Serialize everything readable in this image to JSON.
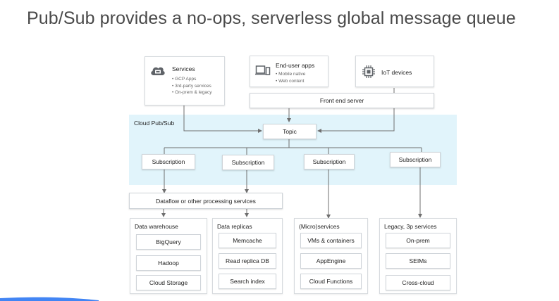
{
  "title": "Pub/Sub provides a no-ops, serverless global message queue",
  "sources": {
    "services": {
      "title": "Services",
      "items": [
        "GCP Apps",
        "3rd-party services",
        "On-prem & legacy"
      ],
      "icon": "cloud-icon"
    },
    "end_user_apps": {
      "title": "End-user apps",
      "items": [
        "Mobile native",
        "Web content"
      ],
      "icon": "devices-icon"
    },
    "iot": {
      "title": "IoT devices",
      "icon": "chip-icon"
    }
  },
  "front_end_server": "Front end server",
  "pubsub": {
    "label": "Cloud Pub/Sub",
    "topic": "Topic"
  },
  "subscriptions": [
    "Subscription",
    "Subscription",
    "Subscription",
    "Subscription"
  ],
  "dataflow": "Dataflow or other processing services",
  "groups": [
    {
      "title": "Data warehouse",
      "items": [
        "BigQuery",
        "Hadoop",
        "Cloud Storage"
      ]
    },
    {
      "title": "Data replicas",
      "items": [
        "Memcache",
        "Read replica DB",
        "Search index"
      ]
    },
    {
      "title": "(Micro)services",
      "items": [
        "VMs & containers",
        "AppEngine",
        "Cloud Functions"
      ]
    },
    {
      "title": "Legacy, 3p services",
      "items": [
        "On-prem",
        "SEIMs",
        "Cross-cloud"
      ]
    }
  ],
  "colors": {
    "band": "#e1f4fb",
    "line": "#6f6f6f",
    "accent": "#4285f4"
  }
}
